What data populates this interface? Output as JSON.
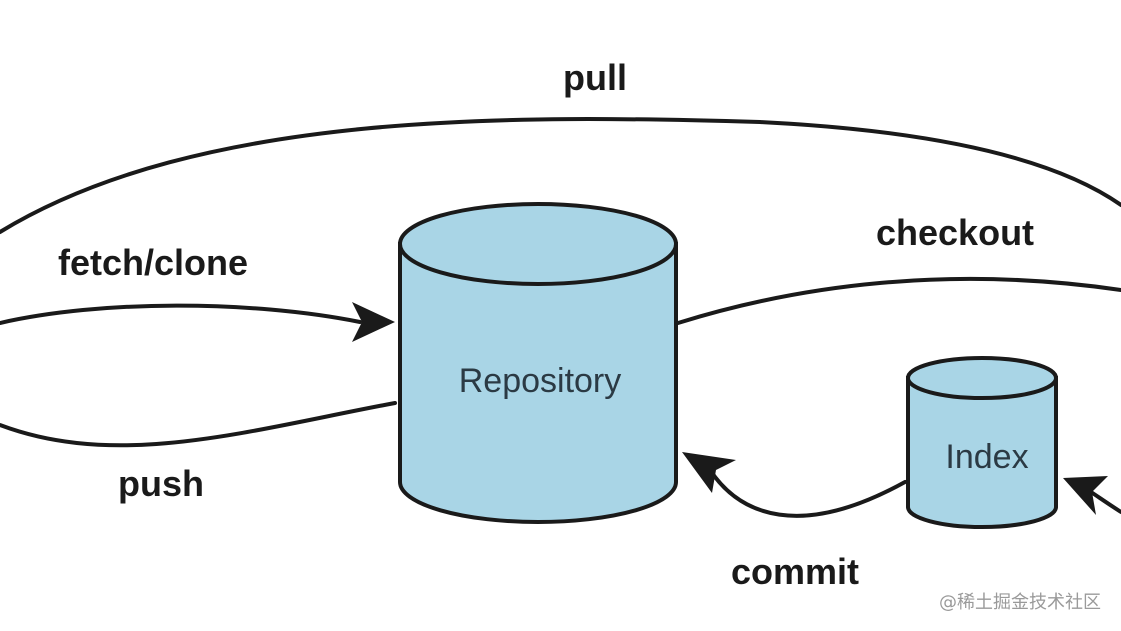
{
  "diagram": {
    "nodes": {
      "repository": {
        "label": "Repository",
        "fill_color": "#a9d5e6"
      },
      "index": {
        "label": "Index",
        "fill_color": "#a9d5e6"
      }
    },
    "edges": {
      "pull": {
        "label": "pull"
      },
      "fetch_clone": {
        "label": "fetch/clone"
      },
      "push": {
        "label": "push"
      },
      "checkout": {
        "label": "checkout"
      },
      "commit": {
        "label": "commit"
      }
    },
    "stroke_color": "#1a1a1a"
  },
  "watermark": {
    "text": "@稀土掘金技术社区"
  }
}
